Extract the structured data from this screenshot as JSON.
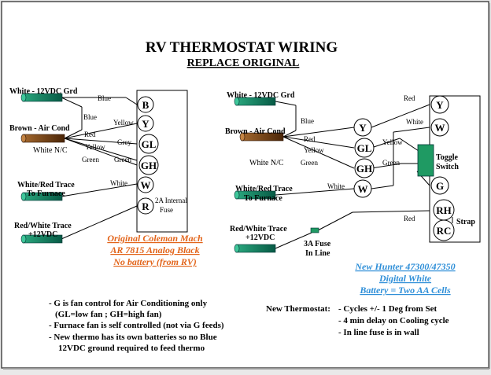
{
  "title": "RV THERMOSTAT WIRING",
  "subtitle": "REPLACE ORIGINAL",
  "colors": {
    "background": "#ffffff",
    "frame": "#4a4a4a",
    "text": "#000000",
    "orange_note": "#e2641a",
    "blue_note": "#2f8fd8",
    "wire_green": "#0e6b58",
    "wire_brown": "#6a3b12",
    "switch_fill": "#1f9a63",
    "fuse_fill": "#1f9a63"
  },
  "left": {
    "sources": {
      "white_grd": "White - 12VDC Grd",
      "brown_ac": "Brown - Air Cond",
      "white_nc": "White N/C",
      "whitered_1": "White/Red Trace",
      "whitered_2": "To Furnace",
      "redwhite_1": "Red/White Trace",
      "redwhite_2": "+12VDC"
    },
    "wire_labels": {
      "blue1": "Blue",
      "blue2": "Blue",
      "yellow1": "Yellow",
      "red": "Red",
      "yellow2": "Yellow",
      "grey": "Grey",
      "green1": "Green",
      "green2": "Green",
      "white": "White"
    },
    "terminals": [
      "B",
      "Y",
      "GL",
      "GH",
      "W",
      "R"
    ],
    "fuse_label_1": "2A Internal",
    "fuse_label_2": "Fuse",
    "notes": [
      "Original Coleman Mach",
      "AR 7815 Analog Black",
      "No battery (from RV)"
    ]
  },
  "right": {
    "sources": {
      "white_grd": "White - 12VDC Grd",
      "brown_ac": "Brown - Air Cond",
      "white_nc": "White N/C",
      "whitered_1": "White/Red Trace",
      "whitered_2": "To Furnace",
      "redwhite_1": "Red/White Trace",
      "redwhite_2": "+12VDC"
    },
    "wire_labels": {
      "red1": "Red",
      "blue": "Blue",
      "white1": "White",
      "red2": "Red",
      "yellow1": "Yellow",
      "yellow2": "Yellow",
      "green1": "Green",
      "green2": "Green",
      "white2": "White",
      "red3": "Red"
    },
    "terminals_left": [
      "Y",
      "GL",
      "GH",
      "W"
    ],
    "terminals_right": [
      "Y",
      "W",
      "G",
      "RH",
      "RC"
    ],
    "toggle_1": "Toggle",
    "toggle_2": "Switch",
    "strap": "Strap",
    "inline_fuse_1": "3A Fuse",
    "inline_fuse_2": "In Line",
    "notes": [
      "New Hunter 47300/47350",
      "Digital White",
      "Battery = Two AA Cells"
    ]
  },
  "bottom_left_notes": [
    "- G is fan control for Air Conditioning only",
    "(GL=low fan ; GH=high fan)",
    "- Furnace fan is self controlled (not via G feeds)",
    "- New thermo has its own batteries so no Blue",
    "12VDC ground required to feed thermo"
  ],
  "bottom_right_notes": {
    "label": "New Thermostat:",
    "lines": [
      "- Cycles +/- 1 Deg from Set",
      "- 4 min delay on Cooling cycle",
      "- In line fuse is in wall"
    ]
  }
}
